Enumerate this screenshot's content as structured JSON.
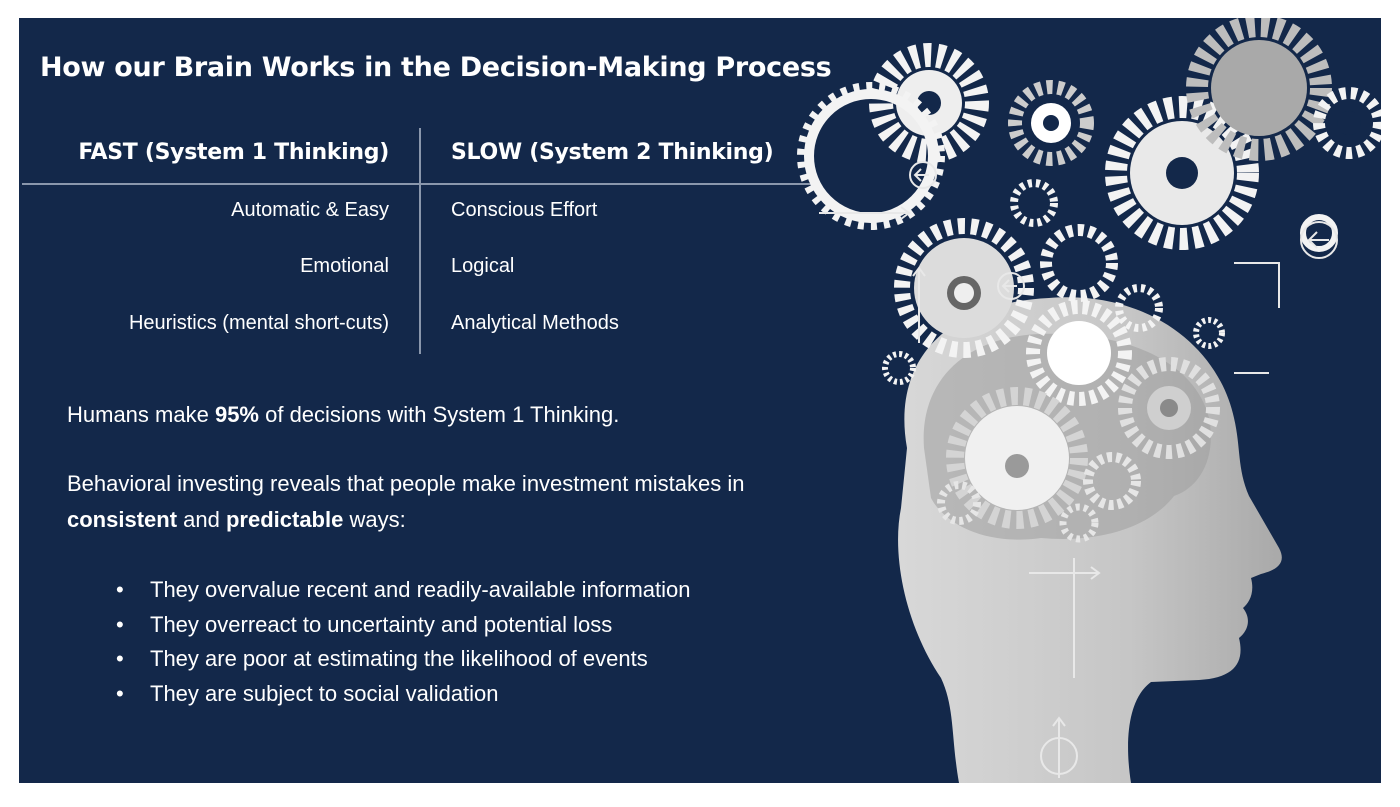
{
  "title": "How our Brain Works in the Decision-Making Process",
  "table": {
    "fast_header": "FAST (System 1 Thinking)",
    "slow_header": "SLOW (System 2 Thinking)",
    "rows": [
      {
        "fast": "Automatic & Easy",
        "slow": "Conscious Effort"
      },
      {
        "fast": "Emotional",
        "slow": "Logical"
      },
      {
        "fast": "Heuristics (mental short-cuts)",
        "slow": "Analytical Methods"
      }
    ]
  },
  "stat": {
    "prefix": "Humans make ",
    "highlight": "95%",
    "suffix": " of decisions with System 1 Thinking."
  },
  "behavior": {
    "part1": "Behavioral investing reveals that people make investment mistakes in ",
    "bold1": "consistent",
    "part2": " and ",
    "bold2": "predictable",
    "part3": " ways:"
  },
  "bullet_symbol": "•",
  "bullets": [
    "They overvalue recent and readily-available information",
    "They overreact to uncertainty and potential loss",
    "They are poor at estimating the likelihood of events",
    "They are subject to social validation"
  ],
  "illustration": {
    "icon": "brain-gears-head-icon"
  },
  "colors": {
    "background": "#13284a",
    "text": "#ffffff",
    "divider": "#8a97ac",
    "head": "#c9c9c9",
    "gear": "#eeeeee"
  }
}
